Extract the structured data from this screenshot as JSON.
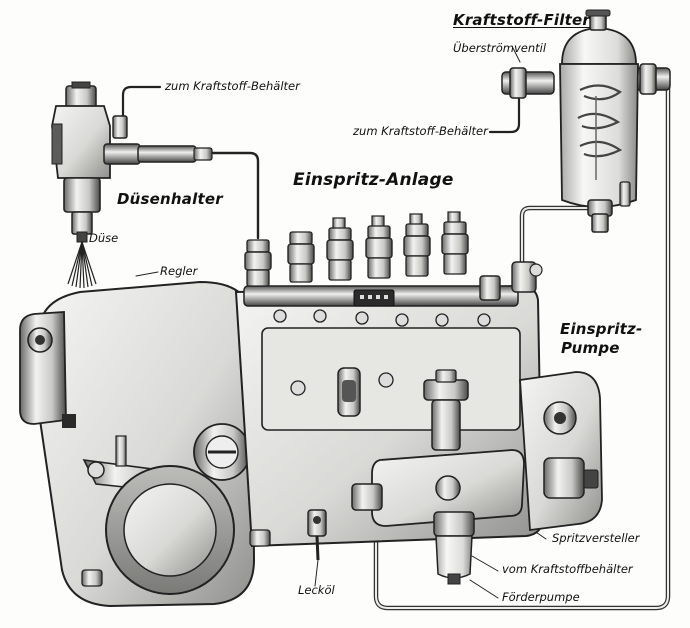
{
  "labels": {
    "kraftstoff_filter": "Kraftstoff-Filter",
    "ueberstroemventil": "Überströmventil",
    "zum_behaelter_filter": "zum Kraftstoff-Behälter",
    "zum_behaelter_holder": "zum Kraftstoff-Behälter",
    "einspritz_anlage": "Einspritz-Anlage",
    "duesenhalter": "Düsenhalter",
    "duese": "Düse",
    "regler": "Regler",
    "einspritz_pumpe_line1": "Einspritz-",
    "einspritz_pumpe_line2": "Pumpe",
    "spritzversteller": "Spritzversteller",
    "vom_behaelter": "vom Kraftstoffbehälter",
    "foerderpumpe": "Förderpumpe",
    "leckoel": "Lecköl"
  }
}
